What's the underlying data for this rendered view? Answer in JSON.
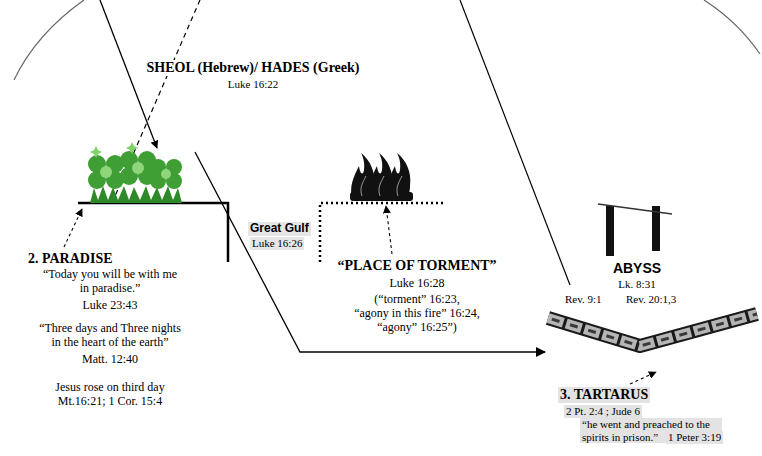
{
  "diagram": {
    "nodes": [
      {
        "text": [
          "SHEOL (Hebrew)/ HADES (Greek)",
          "Luke 16:22"
        ]
      },
      {
        "text": [
          "2. PARADISE",
          "“Today you will be with me in paradise.”",
          "Luke 23:43",
          "“Three days and Three nights in the heart of the earth”",
          "Matt. 12:40",
          "Jesus rose on third day Mt.16:21; 1 Cor. 15:4"
        ],
        "in": 0
      },
      {
        "text": [
          "“PLACE OF TORMENT”",
          "Luke 16:28",
          "(“torment” 16:23,",
          "“agony in this fire” 16:24,",
          "“agony” 16:25”)"
        ],
        "in": 0
      },
      {
        "text": [
          "ABYSS",
          "Lk. 8:31",
          "Rev. 9:1",
          "Rev. 20:1,3"
        ]
      },
      {
        "text": [
          "3. TARTARUS",
          "2 Pt. 2:4 ; Jude 6",
          "“he went and preached to the spirits in prison.”",
          "1 Peter 3:19"
        ],
        "in": 3
      }
    ],
    "edges": [
      {
        "from": 1,
        "to": 3,
        "arrow": "to"
      }
    ],
    "labels": [
      "Great Gulf",
      "Luke 16:26"
    ]
  }
}
